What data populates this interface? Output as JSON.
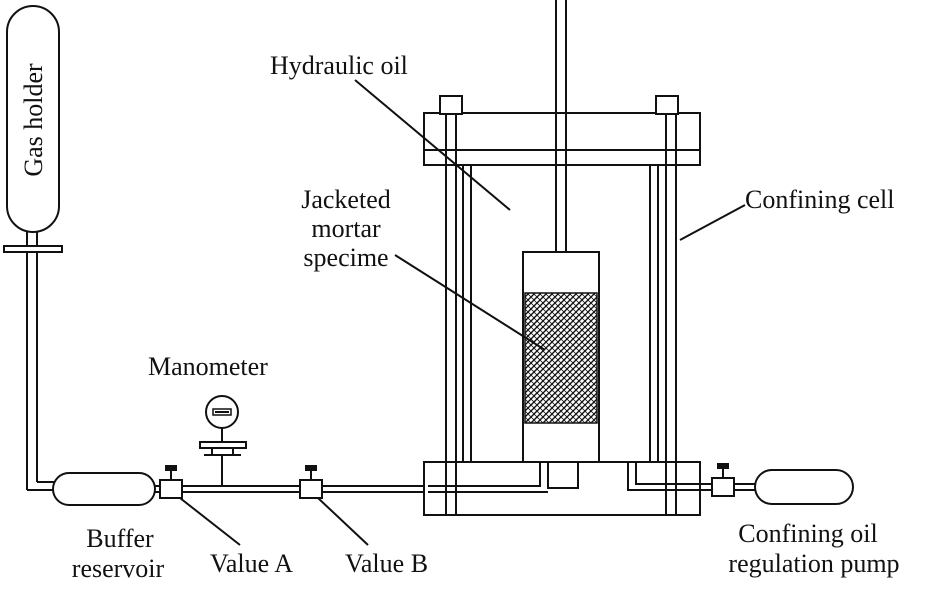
{
  "labels": {
    "gas_holder": "Gas holder",
    "hydraulic_oil": "Hydraulic oil",
    "jacketed_line1": "Jacketed",
    "jacketed_line2": "mortar",
    "jacketed_line3": "specime",
    "confining_cell": "Confining cell",
    "manometer": "Manometer",
    "buffer_line1": "Buffer",
    "buffer_line2": "reservoir",
    "valve_a": "Value A",
    "valve_b": "Value B",
    "pump_line1": "Confining oil",
    "pump_line2": "regulation pump"
  },
  "colors": {
    "line": "#111111",
    "background": "#ffffff"
  }
}
